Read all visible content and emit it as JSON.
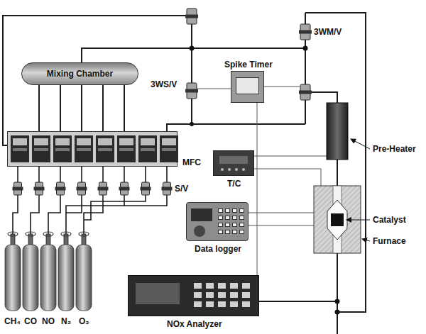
{
  "diagram": {
    "nodes": [
      {
        "text": [
          "Mixing Chamber"
        ]
      },
      {
        "text": [
          "MFC"
        ]
      },
      {
        "text": [
          "Spike Timer"
        ]
      },
      {
        "text": [
          "T/C"
        ]
      },
      {
        "text": [
          "Data logger"
        ]
      },
      {
        "text": [
          "NOx Analyzer"
        ]
      }
    ],
    "edges": [
      {
        "from": 1,
        "to": 0,
        "arrow": "none"
      },
      {
        "from": 2,
        "to": 5,
        "arrow": "none"
      }
    ],
    "labels": [
      "3WS/V",
      "3WM/V",
      "S/V",
      "Pre-Heater",
      "Catalyst",
      "Furnace",
      "CH₄",
      "CO",
      "NO",
      "N₂",
      "O₂"
    ]
  }
}
